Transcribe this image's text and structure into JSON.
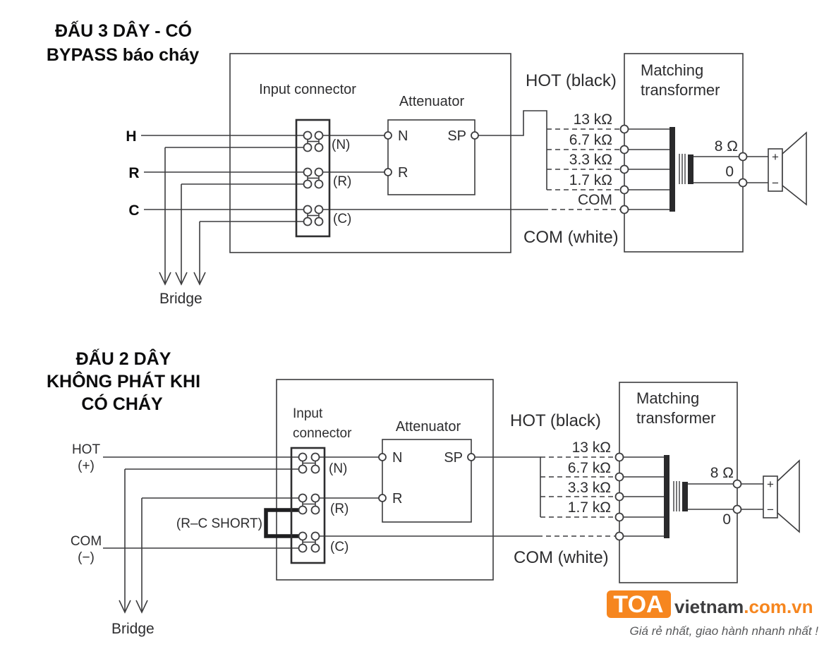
{
  "d1": {
    "title1": "ĐẤU 3 DÂY - CÓ",
    "title2": "BYPASS báo cháy",
    "input_connector": "Input connector",
    "attenuator": "Attenuator",
    "pin_n": "(N)",
    "pin_r": "(R)",
    "pin_c": "(C)",
    "att_n": "N",
    "att_r": "R",
    "att_sp": "SP",
    "in_h": "H",
    "in_r": "R",
    "in_c": "C",
    "hot_label": "HOT (black)",
    "com_label": "COM (white)",
    "taps": [
      "13 kΩ",
      "6.7 kΩ",
      "3.3 kΩ",
      "1.7 kΩ",
      "COM"
    ],
    "xfmr1": "Matching",
    "xfmr2": "transformer",
    "ohm": "8 Ω",
    "zero": "0",
    "spk_plus": "+",
    "spk_minus": "−",
    "bridge": "Bridge"
  },
  "d2": {
    "title1": "ĐẤU 2 DÂY",
    "title2": "KHÔNG PHÁT KHI",
    "title3": "CÓ CHÁY",
    "input_connector1": "Input",
    "input_connector2": "connector",
    "attenuator": "Attenuator",
    "pin_n": "(N)",
    "pin_r": "(R)",
    "pin_c": "(C)",
    "att_n": "N",
    "att_r": "R",
    "att_sp": "SP",
    "in_hot": "HOT",
    "in_plus": "(+)",
    "in_com": "COM",
    "in_minus": "(−)",
    "rc_short": "(R–C SHORT)",
    "hot_label": "HOT (black)",
    "com_label": "COM (white)",
    "taps": [
      "13 kΩ",
      "6.7 kΩ",
      "3.3 kΩ",
      "1.7 kΩ"
    ],
    "xfmr1": "Matching",
    "xfmr2": "transformer",
    "ohm": "8 Ω",
    "zero": "0",
    "spk_plus": "+",
    "spk_minus": "−",
    "bridge": "Bridge"
  },
  "logo": {
    "brand": "TOA",
    "domain_dark": "vietnam",
    "domain_orange": ".com.vn",
    "tagline": "Giá rẻ nhất, giao hành nhanh nhất !"
  },
  "colors": {
    "accent_orange": "#f6861f",
    "line": "#3c3c3e"
  }
}
